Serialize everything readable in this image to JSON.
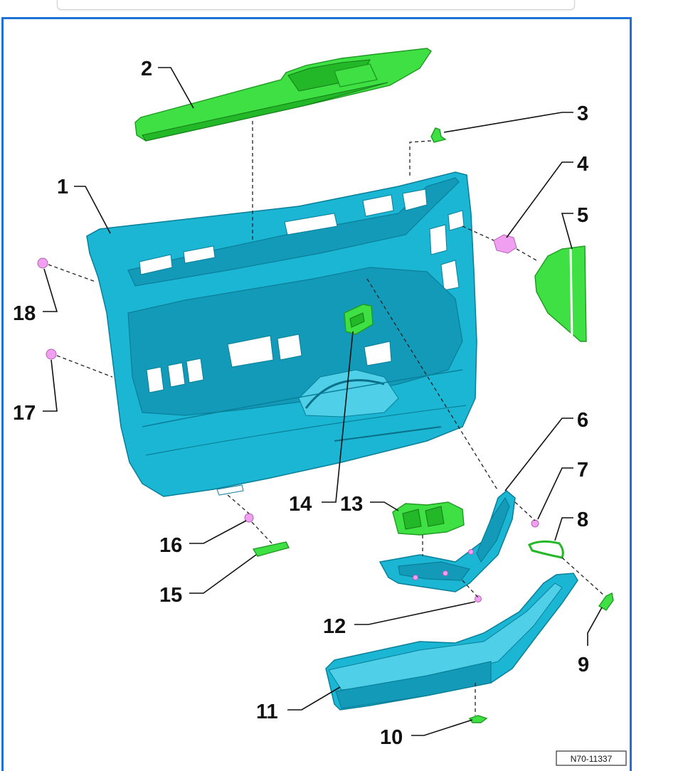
{
  "callouts": {
    "c1": "1",
    "c2": "2",
    "c3": "3",
    "c4": "4",
    "c5": "5",
    "c6": "6",
    "c7": "7",
    "c8": "8",
    "c9": "9",
    "c10": "10",
    "c11": "11",
    "c12": "12",
    "c13": "13",
    "c14": "14",
    "c15": "15",
    "c16": "16",
    "c17": "17",
    "c18": "18"
  },
  "reference_id": "N70-11337",
  "colors": {
    "frame": "#1e72d6",
    "door_trim": "#1bb6d4",
    "green_parts": "#3ee043",
    "clips": "#f19ff0"
  }
}
